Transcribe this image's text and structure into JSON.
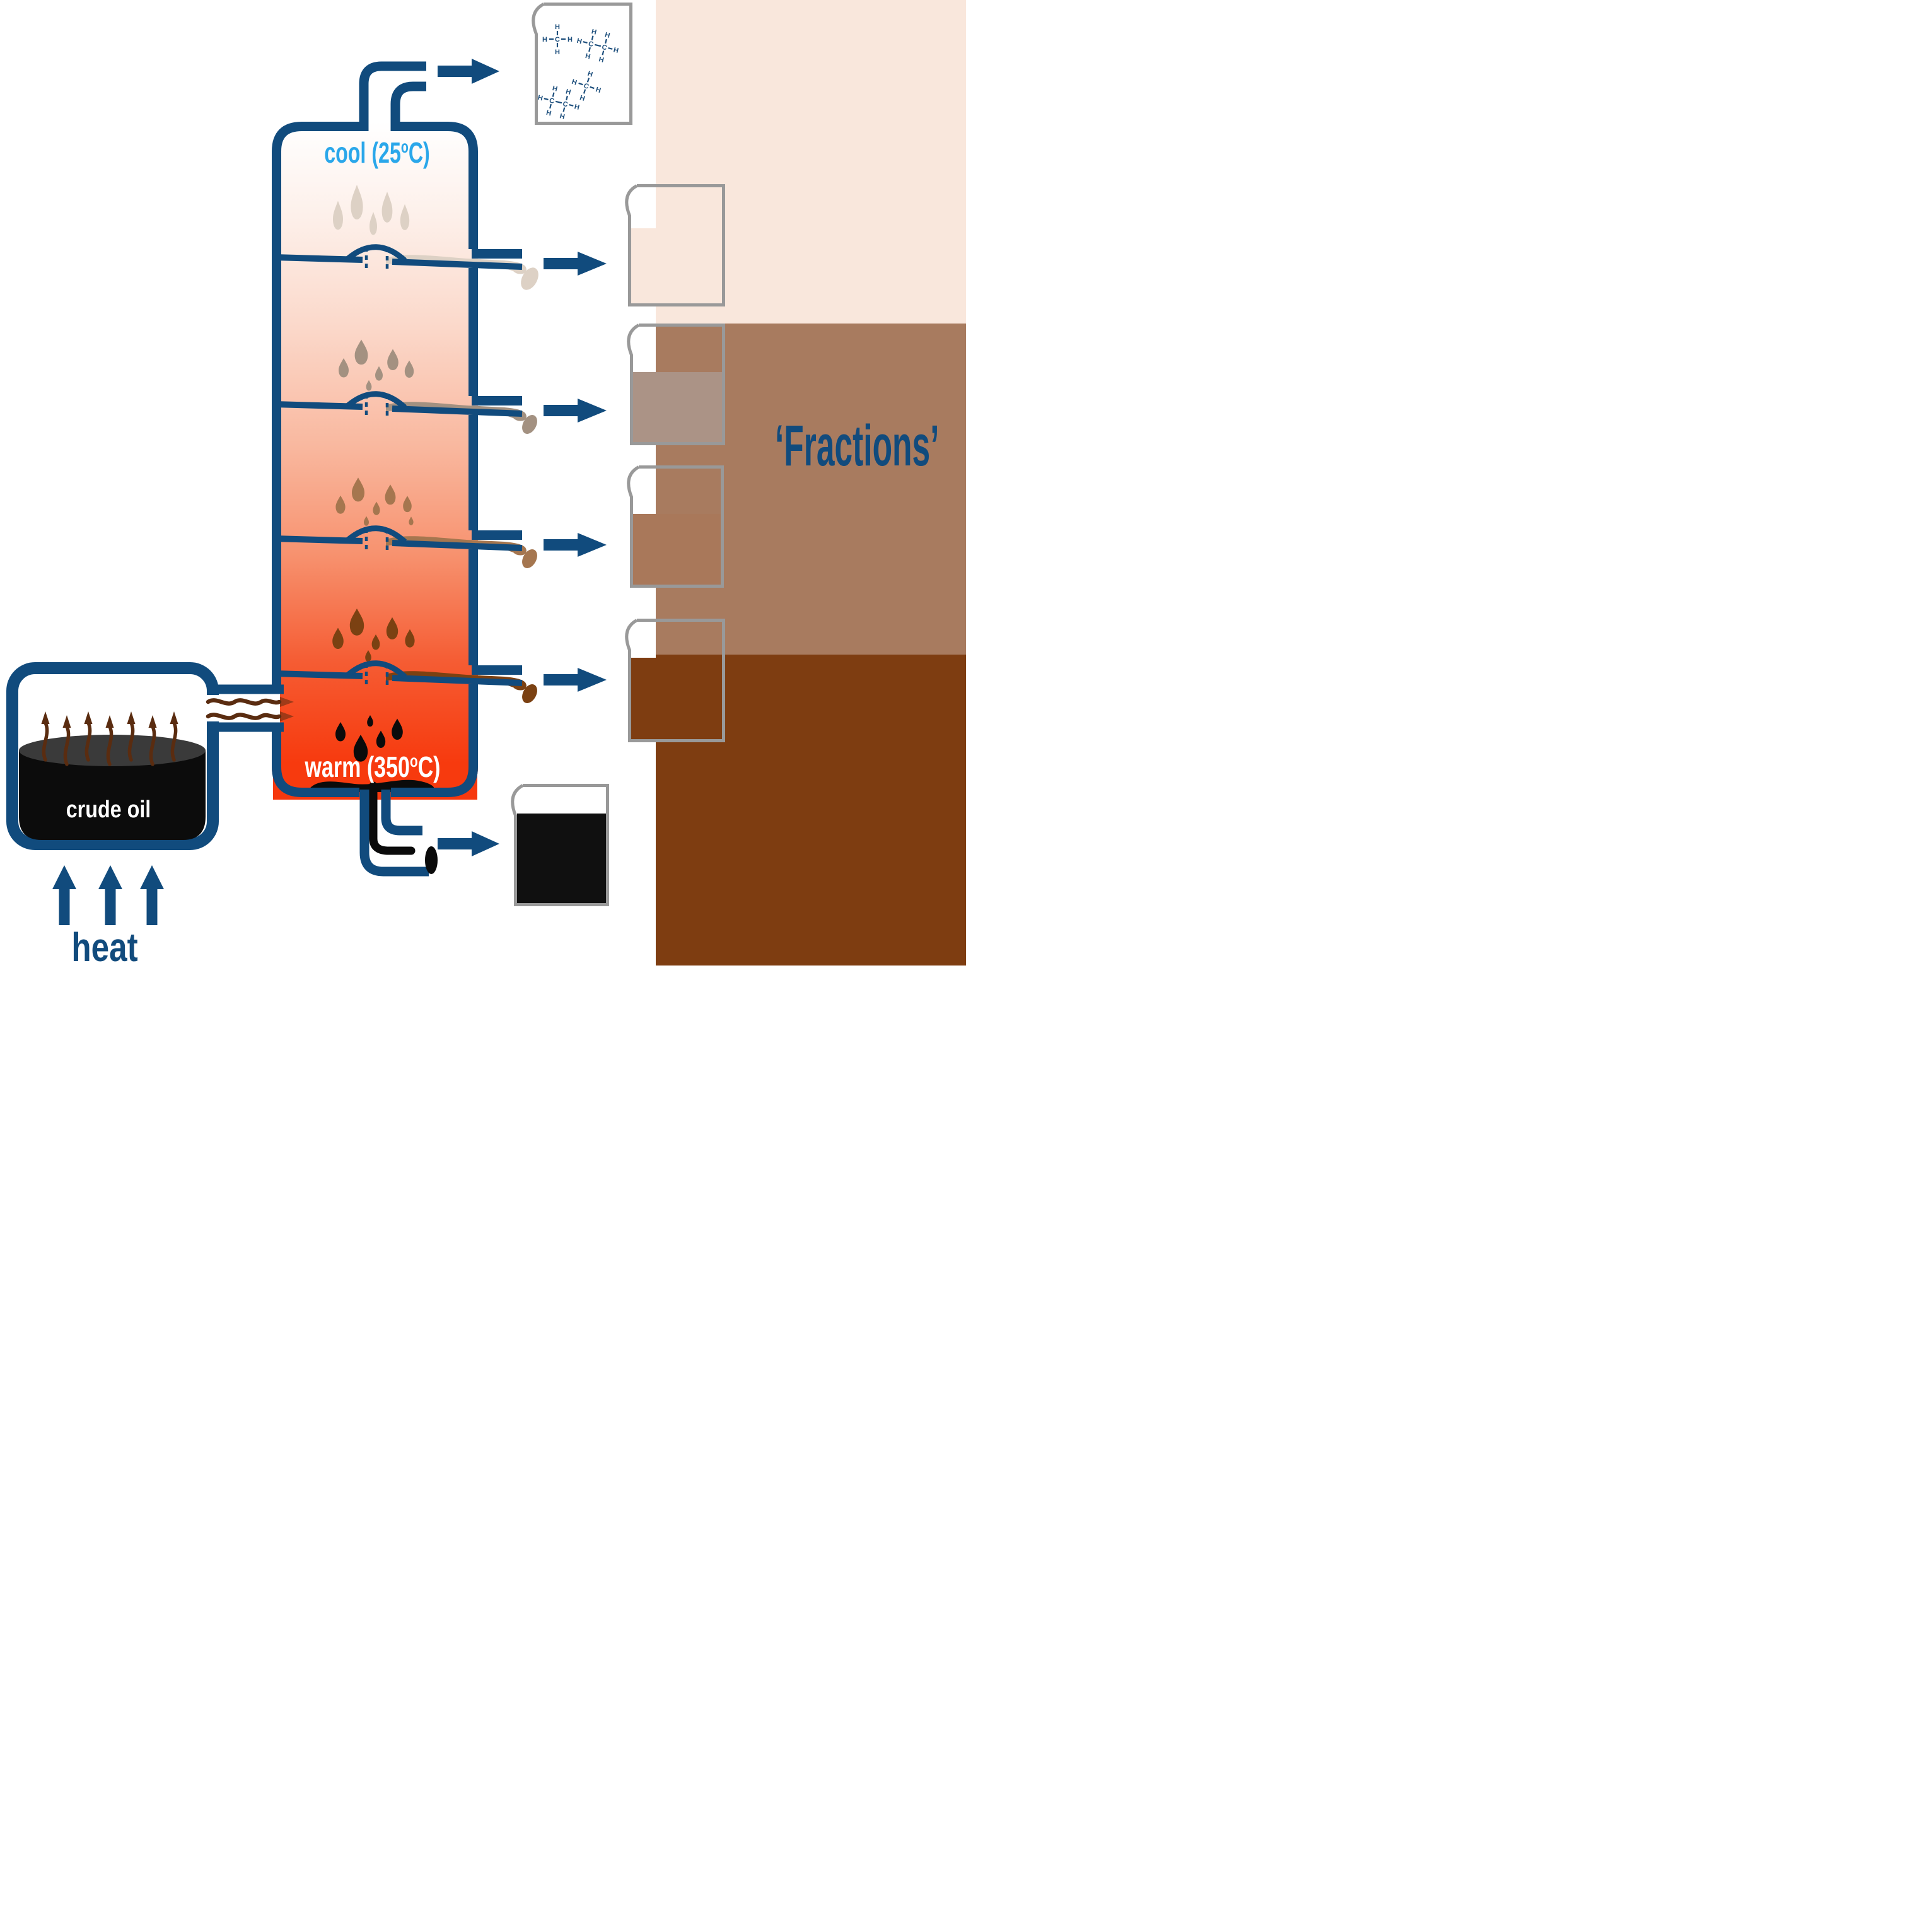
{
  "diagram": {
    "fractions_title": "‘Fractions’",
    "column": {
      "cool_label_pre": "cool (25",
      "cool_label_sup": "o",
      "cool_label_post": "C)",
      "warm_label_pre": "warm (350",
      "warm_label_sup": "o",
      "warm_label_post": "C)"
    },
    "feed": {
      "crude_oil_label": "crude oil",
      "heat_label": "heat"
    },
    "atoms": {
      "h": "H",
      "c": "C"
    },
    "colors": {
      "navy": "#114b7d",
      "cool_text": "#2aa7ea",
      "warm_text": "#ffffff",
      "vapor_brown": "#5a2c10",
      "oil_black": "#0c0c0c",
      "oil_surface": "#3a3a3a",
      "heater_red": "#f6380e",
      "grad_top": "#ffffff",
      "grad_1": "#fdf0ea",
      "grad_2": "#fbd9cb",
      "grad_3": "#f9b89f",
      "grad_4": "#f7926f",
      "grad_5": "#f55c33",
      "grad_bottom": "#f73a0e",
      "fraction1": "#ddd1c5",
      "fraction2": "#a39181",
      "fraction3": "#a5764f",
      "fraction4": "#7b4112",
      "residue": "#0b0b0b",
      "beaker1_fill": "#f9e7dc",
      "beaker2_fill": "#ab9386",
      "beaker3_fill": "#a9785a",
      "beaker4_fill": "#7e3d11",
      "beaker5_fill": "#101010",
      "block_cream": "#f9e7dc",
      "block_tan": "#a87b5f",
      "block_brown": "#7e3d11",
      "beaker_border": "#999999",
      "molecule_ink": "#1c4e7c"
    }
  }
}
